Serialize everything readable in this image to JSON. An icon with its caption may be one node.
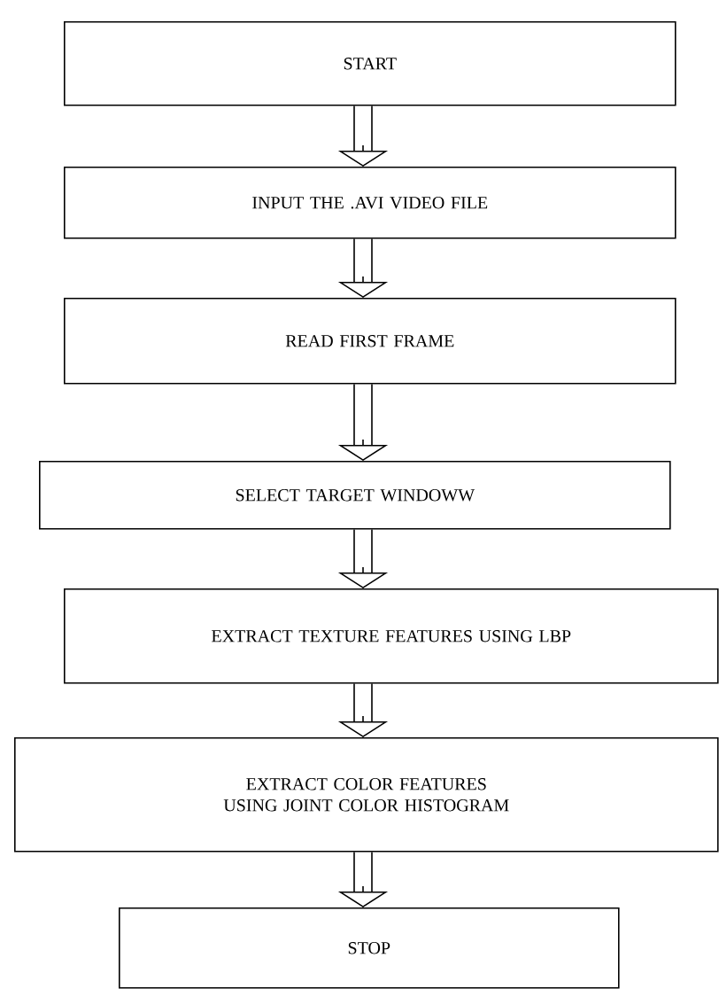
{
  "diagram": {
    "nodes": [
      {
        "text": [
          "START"
        ]
      },
      {
        "text": [
          "INPUT THE .AVI VIDEO FILE"
        ]
      },
      {
        "text": [
          "READ FIRST FRAME"
        ]
      },
      {
        "text": [
          "SELECT TARGET WINDOWW"
        ]
      },
      {
        "text": [
          "EXTRACT TEXTURE FEATURES USING LBP"
        ]
      },
      {
        "text": [
          "EXTRACT COLOR FEATURES USING JOINT COLOR HISTOGRAM"
        ]
      },
      {
        "text": [
          "STOP"
        ]
      }
    ],
    "edges": [
      {
        "from": 0,
        "to": 1,
        "arrow": "to"
      },
      {
        "from": 1,
        "to": 2,
        "arrow": "to"
      },
      {
        "from": 2,
        "to": 3,
        "arrow": "to"
      },
      {
        "from": 3,
        "to": 4,
        "arrow": "to"
      },
      {
        "from": 4,
        "to": 5,
        "arrow": "to"
      },
      {
        "from": 5,
        "to": 6,
        "arrow": "to"
      }
    ]
  }
}
